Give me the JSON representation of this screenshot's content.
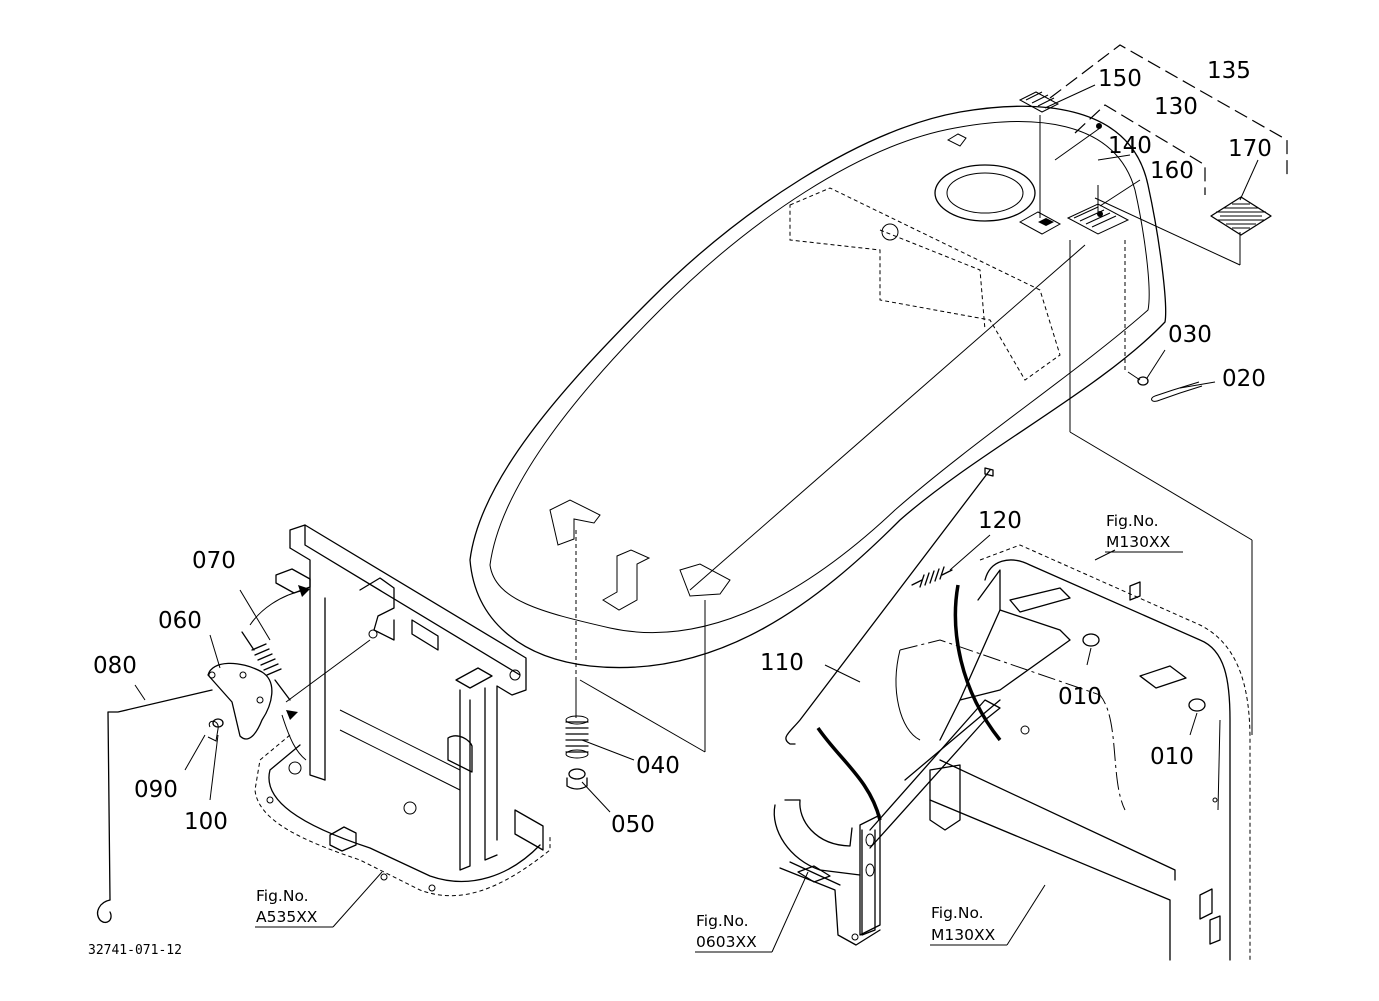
{
  "parts": {
    "p010a": "010",
    "p010b": "010",
    "p020": "020",
    "p030": "030",
    "p040": "040",
    "p050": "050",
    "p060": "060",
    "p070": "070",
    "p080": "080",
    "p090": "090",
    "p100": "100",
    "p110": "110",
    "p120": "120",
    "p130": "130",
    "p135": "135",
    "p140": "140",
    "p150": "150",
    "p160": "160",
    "p170": "170"
  },
  "figure_refs": {
    "a535": {
      "line1": "Fig.No.",
      "line2": "A535XX"
    },
    "m130_top": {
      "line1": "Fig.No.",
      "line2": "M130XX"
    },
    "m130_bottom": {
      "line1": "Fig.No.",
      "line2": "M130XX"
    },
    "f0603": {
      "line1": "Fig.No.",
      "line2": "0603XX"
    }
  },
  "diagram_code": "32741-071-12"
}
